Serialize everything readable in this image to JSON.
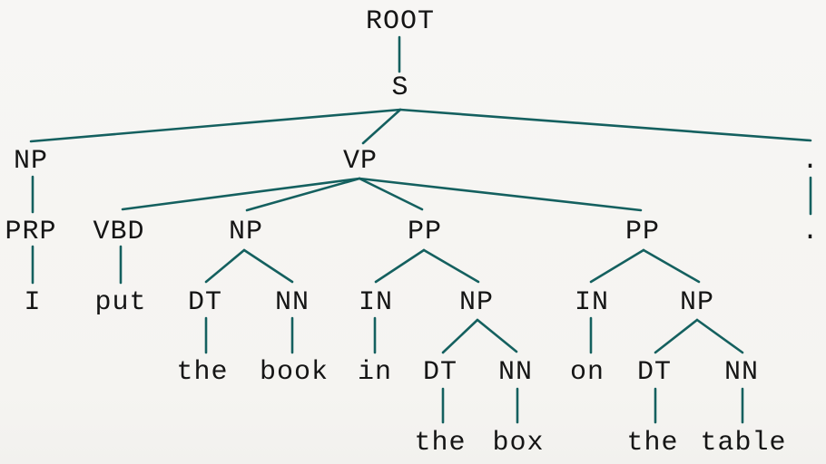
{
  "diagram": {
    "type": "constituency-parse-tree",
    "sentence_words": [
      "I",
      "put",
      "the",
      "book",
      "in",
      "the",
      "box",
      "on",
      "the",
      "table",
      "."
    ],
    "colors": {
      "edge": "#14605f",
      "text": "#151515",
      "background": "#f6f5f2"
    },
    "nodes": {
      "root": "ROOT",
      "s": "S",
      "np_subj": "NP",
      "vp": "VP",
      "punct_tag": ".",
      "prp": "PRP",
      "vbd": "VBD",
      "np_obj": "NP",
      "pp_in": "PP",
      "pp_on": "PP",
      "punct_word": ".",
      "w_i": "I",
      "w_put": "put",
      "dt_book": "DT",
      "nn_book": "NN",
      "in_in": "IN",
      "np_box": "NP",
      "in_on": "IN",
      "np_table": "NP",
      "w_the_book": "the",
      "w_book": "book",
      "w_in": "in",
      "dt_box": "DT",
      "nn_box": "NN",
      "w_on": "on",
      "dt_table": "DT",
      "nn_table": "NN",
      "w_the_box": "the",
      "w_box": "box",
      "w_the_table": "the",
      "w_table": "table"
    },
    "edges": [
      [
        "root",
        "s"
      ],
      [
        "s",
        "np_subj"
      ],
      [
        "s",
        "vp"
      ],
      [
        "s",
        "punct_tag"
      ],
      [
        "np_subj",
        "prp"
      ],
      [
        "prp",
        "w_i"
      ],
      [
        "vp",
        "vbd"
      ],
      [
        "vbd",
        "w_put"
      ],
      [
        "vp",
        "np_obj"
      ],
      [
        "np_obj",
        "dt_book"
      ],
      [
        "dt_book",
        "w_the_book"
      ],
      [
        "np_obj",
        "nn_book"
      ],
      [
        "nn_book",
        "w_book"
      ],
      [
        "vp",
        "pp_in"
      ],
      [
        "pp_in",
        "in_in"
      ],
      [
        "in_in",
        "w_in"
      ],
      [
        "pp_in",
        "np_box"
      ],
      [
        "np_box",
        "dt_box"
      ],
      [
        "dt_box",
        "w_the_box"
      ],
      [
        "np_box",
        "nn_box"
      ],
      [
        "nn_box",
        "w_box"
      ],
      [
        "vp",
        "pp_on"
      ],
      [
        "pp_on",
        "in_on"
      ],
      [
        "in_on",
        "w_on"
      ],
      [
        "pp_on",
        "np_table"
      ],
      [
        "np_table",
        "dt_table"
      ],
      [
        "dt_table",
        "w_the_table"
      ],
      [
        "np_table",
        "nn_table"
      ],
      [
        "nn_table",
        "w_table"
      ],
      [
        "punct_tag",
        "punct_word"
      ]
    ]
  }
}
